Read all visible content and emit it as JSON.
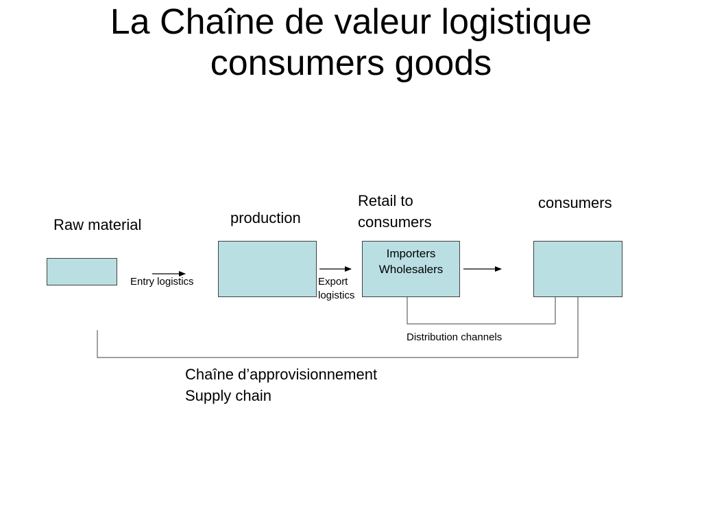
{
  "title": {
    "line1": "La Chaîne de valeur logistique",
    "line2": "consumers goods"
  },
  "stages": {
    "raw_material": "Raw material",
    "production": "production",
    "retail_line1": "Retail to",
    "retail_line2": "consumers",
    "consumers": "consumers"
  },
  "boxes": {
    "fill_color": "#b9dfe3",
    "importers_line1": "Importers",
    "importers_line2": "Wholesalers"
  },
  "flows": {
    "entry_logistics": "Entry logistics",
    "export_line1": "Export",
    "export_line2": "logistics",
    "distribution_channels": "Distribution channels"
  },
  "supply_chain": {
    "line1": "Chaîne d’approvisionnement",
    "line2": "Supply chain"
  }
}
